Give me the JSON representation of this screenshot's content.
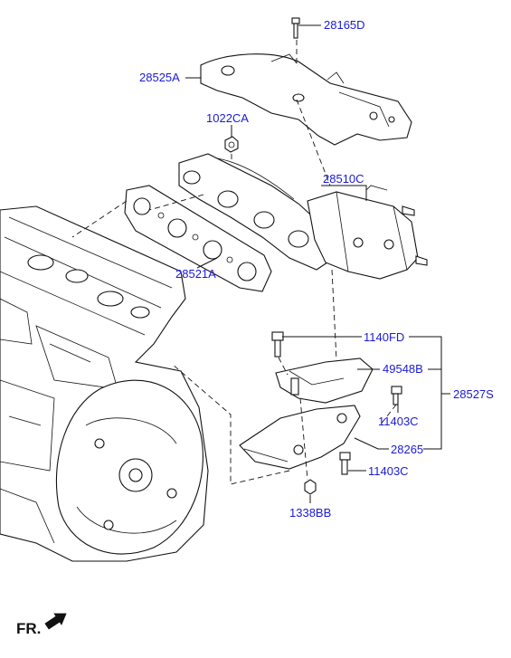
{
  "labels": {
    "bolt_top": "28165D",
    "heat_protector": "28525A",
    "nut": "1022CA",
    "manifold_cat": "28510C",
    "gasket": "28521A",
    "stay_bolt": "1140FD",
    "stay_upper": "49548B",
    "bolt_mid": "11403C",
    "stay_lower": "28265",
    "bolt_low": "11403C",
    "nut_bottom": "1338BB",
    "assembly": "28527S"
  },
  "front_indicator": "FR.",
  "colors": {
    "label": "#1a1ad6",
    "line": "#111111"
  }
}
